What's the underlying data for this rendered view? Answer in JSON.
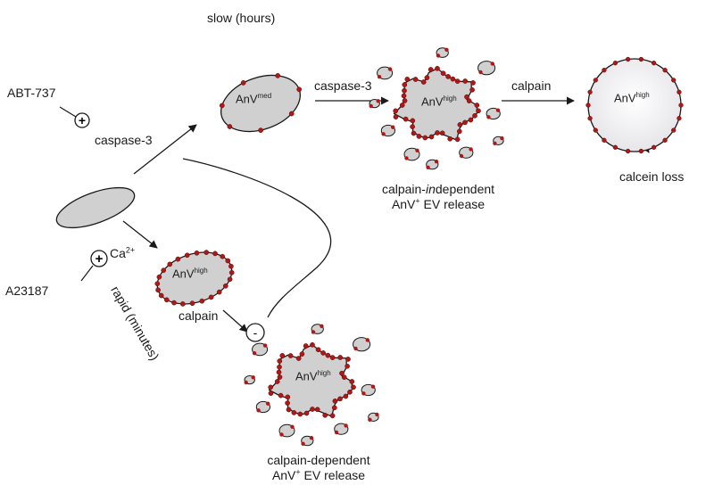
{
  "labels": {
    "slow": "slow (hours)",
    "abt737": "ABT-737",
    "a23187": "A23187",
    "ca_base": "Ca",
    "ca_sup": "2+",
    "caspase3_left": "caspase-3",
    "caspase3_top": "caspase-3",
    "calpain_top": "calpain",
    "calpain_bottom": "calpain",
    "rapid": "rapid (minutes)",
    "calcein": "calcein loss",
    "plus_sign": "+",
    "minus_sign": "-"
  },
  "cells": {
    "anv_med": {
      "base": "AnV",
      "sup": "med"
    },
    "anv_high_mid": {
      "base": "AnV",
      "sup": "high"
    },
    "anv_high_right": {
      "base": "AnV",
      "sup": "high"
    },
    "anv_high_lower": {
      "base": "AnV",
      "sup": "high"
    },
    "anv_high_bottom": {
      "base": "AnV",
      "sup": "high"
    }
  },
  "release_top": {
    "line1_pre": "calpain-",
    "line1_em": "in",
    "line1_post": "dependent",
    "line2_pre": "AnV",
    "line2_sup": "+",
    "line2_post": " EV release"
  },
  "release_bottom": {
    "line1": "calpain-dependent",
    "line2_pre": "AnV",
    "line2_sup": "+",
    "line2_post": " EV release"
  },
  "colors": {
    "cell_fill": "#d0d0d0",
    "cell_light": "#f2f2f4",
    "dot": "#b01818",
    "stroke": "#1a1a1a"
  }
}
